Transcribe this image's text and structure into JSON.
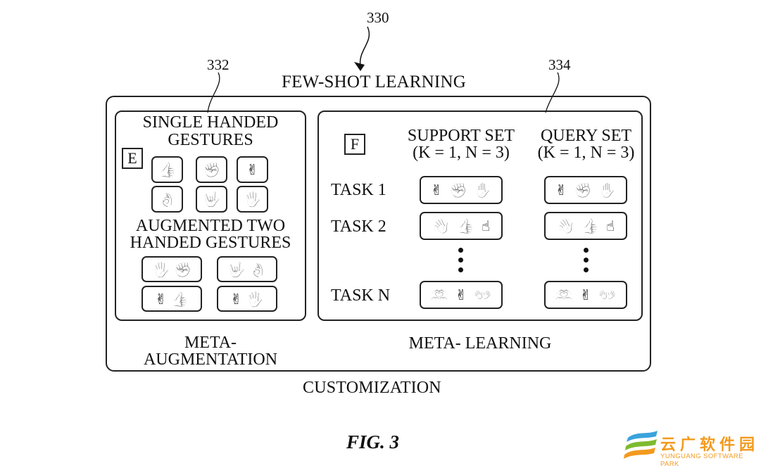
{
  "figure": {
    "ref_main": "330",
    "ref_left": "332",
    "ref_right": "334",
    "title": "FEW-SHOT LEARNING",
    "outer_caption": "CUSTOMIZATION",
    "fig_label": "FIG. 3"
  },
  "left_panel": {
    "letter": "E",
    "single_title_line1": "SINGLE HANDED",
    "single_title_line2": "GESTURES",
    "single_gestures": [
      {
        "icon": "thumbs-up-icon",
        "glyph": "👍"
      },
      {
        "icon": "fist-icon",
        "glyph": "✊"
      },
      {
        "icon": "victory-hand-icon",
        "glyph": "✌"
      },
      {
        "icon": "ok-hand-icon",
        "glyph": "👌"
      },
      {
        "icon": "rock-hand-icon",
        "glyph": "🤟"
      },
      {
        "icon": "open-hand-icon",
        "glyph": "🖐"
      }
    ],
    "two_title_line1": "AUGMENTED TWO",
    "two_title_line2": "HANDED GESTURES",
    "two_handed_gestures": [
      [
        {
          "icon": "open-hand-icon",
          "glyph": "🖐"
        },
        {
          "icon": "fist-icon",
          "glyph": "✊"
        }
      ],
      [
        {
          "icon": "rock-hand-icon",
          "glyph": "🤟"
        },
        {
          "icon": "ok-hand-icon",
          "glyph": "👌"
        }
      ],
      [
        {
          "icon": "victory-hand-icon",
          "glyph": "✌"
        },
        {
          "icon": "thumbs-up-icon",
          "glyph": "👍"
        }
      ],
      [
        {
          "icon": "victory-hand-icon",
          "glyph": "✌"
        },
        {
          "icon": "open-hand-icon",
          "glyph": "🖐"
        }
      ]
    ],
    "caption_line1": "META-",
    "caption_line2": "AUGMENTATION"
  },
  "right_panel": {
    "letter": "F",
    "support_title_line1": "SUPPORT SET",
    "support_title_line2": "(K = 1, N = 3)",
    "query_title_line1": "QUERY SET",
    "query_title_line2": "(K = 1, N = 3)",
    "tasks": [
      {
        "label": "TASK 1",
        "support": [
          {
            "icon": "victory-hand-icon",
            "glyph": "✌"
          },
          {
            "icon": "fist-icon",
            "glyph": "✊"
          },
          {
            "icon": "open-hand-icon",
            "glyph": "✋"
          }
        ],
        "query": [
          {
            "icon": "victory-hand-icon",
            "glyph": "✌"
          },
          {
            "icon": "fist-icon",
            "glyph": "✊"
          },
          {
            "icon": "open-hand-icon",
            "glyph": "✋"
          }
        ]
      },
      {
        "label": "TASK 2",
        "support": [
          {
            "icon": "waving-hand-icon",
            "glyph": "👋"
          },
          {
            "icon": "thumbs-up-icon",
            "glyph": "👍"
          },
          {
            "icon": "pointing-up-icon",
            "glyph": "☝"
          }
        ],
        "query": [
          {
            "icon": "waving-hand-icon",
            "glyph": "👋"
          },
          {
            "icon": "thumbs-up-icon",
            "glyph": "👍"
          },
          {
            "icon": "pointing-up-icon",
            "glyph": "☝"
          }
        ]
      },
      {
        "label": "TASK N",
        "support": [
          {
            "icon": "heart-hands-icon",
            "glyph": "🫶"
          },
          {
            "icon": "victory-hand-icon",
            "glyph": "✌"
          },
          {
            "icon": "two-open-hands-icon",
            "glyph": "👐"
          }
        ],
        "query": [
          {
            "icon": "heart-hands-icon",
            "glyph": "🫶"
          },
          {
            "icon": "victory-hand-icon",
            "glyph": "✌"
          },
          {
            "icon": "two-open-hands-icon",
            "glyph": "👐"
          }
        ]
      }
    ],
    "caption": "META- LEARNING"
  },
  "watermark": {
    "text_cn": "云广软件园",
    "text_en": "YUNGUANG SOFTWARE PARK",
    "colors": {
      "blue": "#3aa3dc",
      "green": "#7dbb2f",
      "orange": "#f39a1e"
    }
  }
}
